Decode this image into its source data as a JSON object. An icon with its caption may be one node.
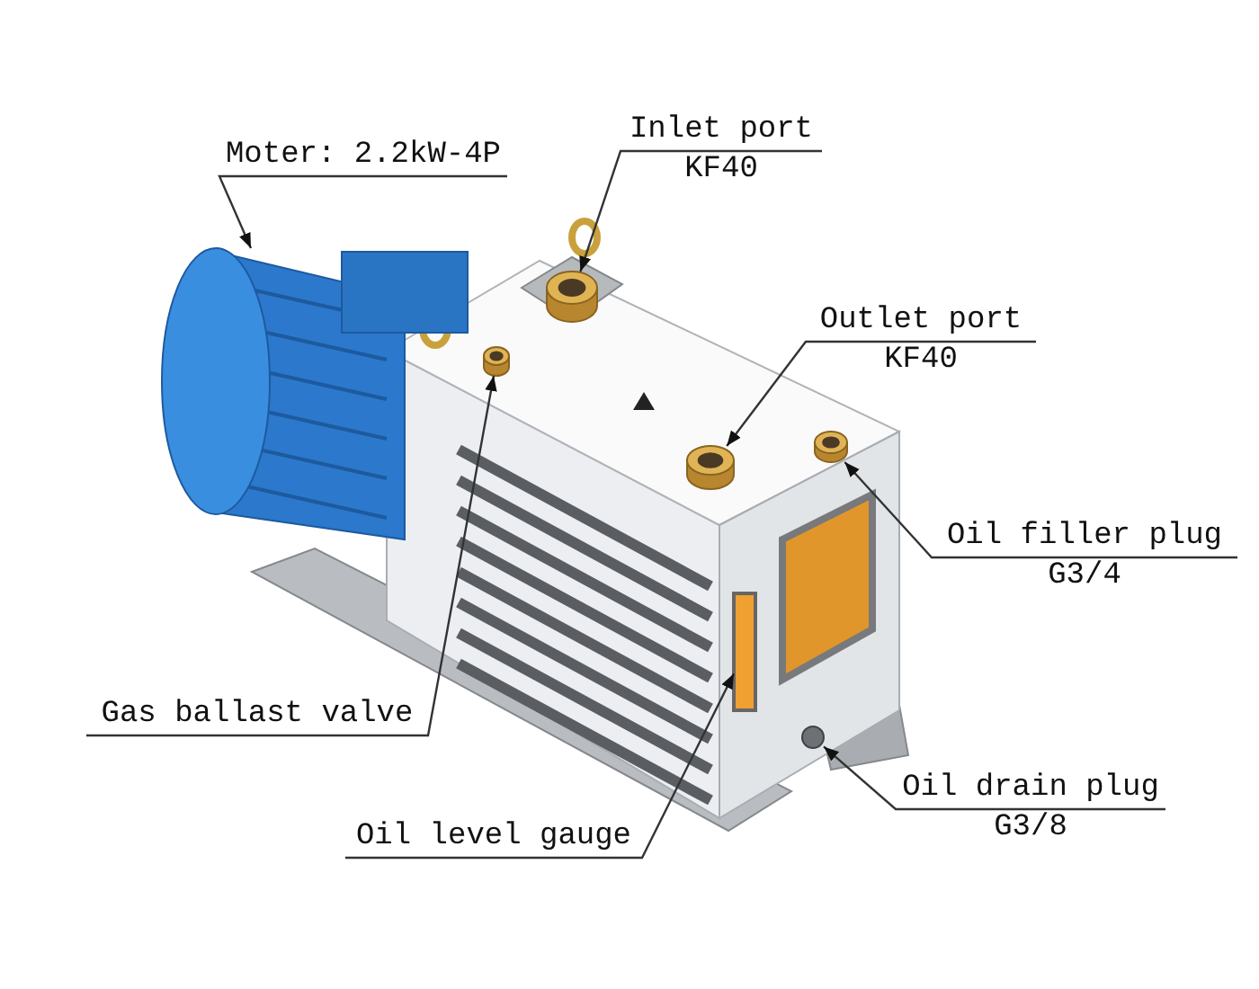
{
  "diagram": {
    "nodes": [
      {
        "text": [
          "Moter: 2.2kW-4P"
        ]
      },
      {
        "text": [],
        "shape": "picture"
      },
      {
        "text": [
          "Inlet port",
          "KF40"
        ]
      },
      {
        "text": [],
        "shape": "cylinder"
      },
      {
        "text": [
          "Outlet port",
          "KF40"
        ]
      },
      {
        "text": [],
        "shape": "cylinder"
      },
      {
        "text": [
          "Oil filler plug",
          "G3/4"
        ]
      },
      {
        "text": [],
        "shape": "cylinder"
      },
      {
        "text": [
          "Gas ballast valve"
        ]
      },
      {
        "text": [],
        "shape": "cylinder"
      },
      {
        "text": [
          "Oil level gauge"
        ]
      },
      {
        "text": [],
        "shape": "bar"
      },
      {
        "text": [
          "Oil drain plug",
          "G3/8"
        ]
      },
      {
        "text": [],
        "shape": "circle"
      }
    ],
    "edges": [
      {
        "from": 0,
        "to": 1,
        "arrow": "to"
      },
      {
        "from": 2,
        "to": 3,
        "arrow": "to"
      },
      {
        "from": 4,
        "to": 5,
        "arrow": "to"
      },
      {
        "from": 6,
        "to": 7,
        "arrow": "to"
      },
      {
        "from": 8,
        "to": 9,
        "arrow": "to"
      },
      {
        "from": 10,
        "to": 11,
        "arrow": "to"
      },
      {
        "from": 12,
        "to": 13,
        "arrow": "to"
      }
    ]
  }
}
